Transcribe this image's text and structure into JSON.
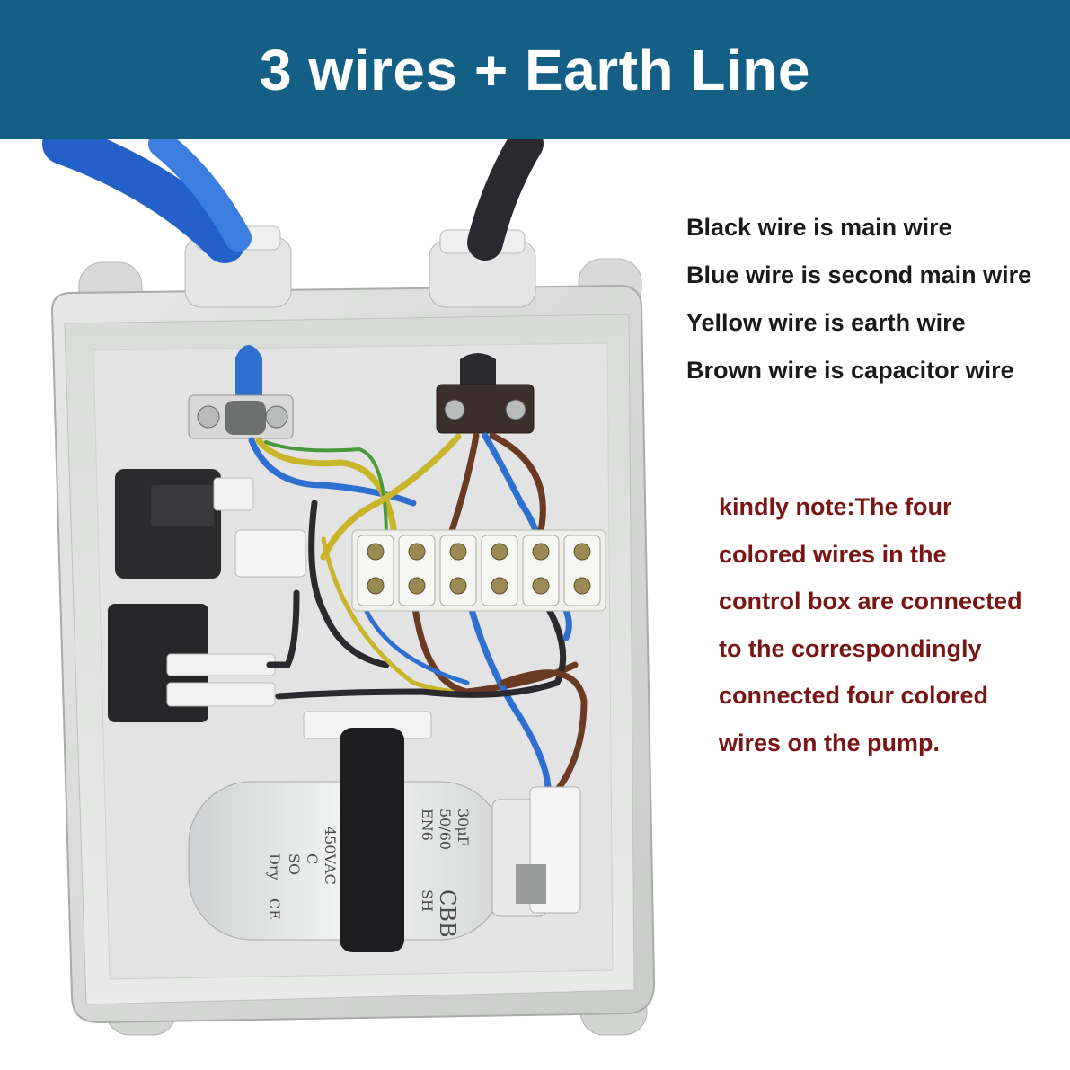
{
  "banner": {
    "title": "3 wires + Earth Line",
    "color": "#145f86"
  },
  "legend": {
    "lines": [
      "Black wire is main wire",
      "Blue wire is second main wire",
      "Yellow wire is earth wire",
      "Brown wire is capacitor wire"
    ]
  },
  "note": {
    "color": "#7a1515",
    "lines": [
      "kindly note:The four",
      "colored wires in the",
      "control box are connected",
      "to the correspondingly",
      "connected four colored",
      "wires on the pump."
    ]
  },
  "photo": {
    "wire_colors": {
      "black": "#2a2a2e",
      "blue": "#2f6fd0",
      "yellow": "#c9b52a",
      "green": "#4a9a3c",
      "brown": "#6b3a22"
    },
    "capacitor_label_lines": [
      "CBB",
      "450VAC",
      "30μF",
      "50/60",
      "EN6",
      "SH",
      "Dry",
      "SO",
      "C",
      "CE"
    ]
  }
}
